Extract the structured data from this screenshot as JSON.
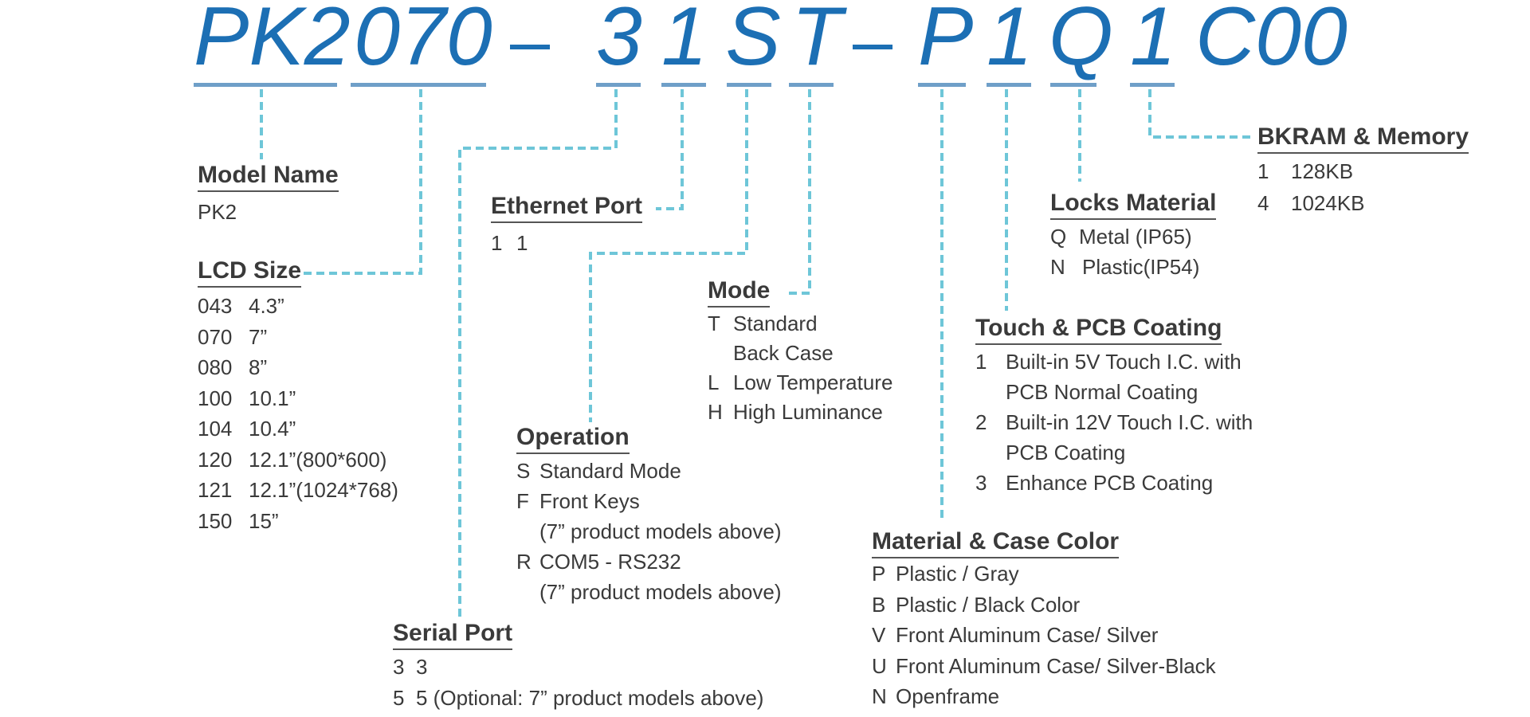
{
  "code": {
    "segments": [
      {
        "id": "pk2",
        "text": "PK2"
      },
      {
        "id": "size",
        "text": "070"
      },
      {
        "id": "serial",
        "text": "3"
      },
      {
        "id": "ethernet",
        "text": "1"
      },
      {
        "id": "operation",
        "text": "S"
      },
      {
        "id": "mode",
        "text": "T"
      },
      {
        "id": "material",
        "text": "P"
      },
      {
        "id": "touch",
        "text": "1"
      },
      {
        "id": "locks",
        "text": "Q"
      },
      {
        "id": "bkram",
        "text": "1"
      },
      {
        "id": "suffix",
        "text": "C00"
      }
    ],
    "dash": "–"
  },
  "sections": {
    "model_name": {
      "title": "Model Name",
      "items": [
        {
          "code": "PK2",
          "desc": ""
        }
      ]
    },
    "lcd_size": {
      "title": "LCD Size",
      "items": [
        {
          "code": "043",
          "desc": "4.3”"
        },
        {
          "code": "070",
          "desc": "7”"
        },
        {
          "code": "080",
          "desc": "8”"
        },
        {
          "code": "100",
          "desc": "10.1”"
        },
        {
          "code": "104",
          "desc": "10.4”"
        },
        {
          "code": "120",
          "desc": "12.1”(800*600)"
        },
        {
          "code": "121",
          "desc": "12.1”(1024*768)"
        },
        {
          "code": "150",
          "desc": "15”"
        }
      ]
    },
    "ethernet_port": {
      "title": "Ethernet Port",
      "items": [
        {
          "code": "1",
          "desc": "1"
        }
      ]
    },
    "mode": {
      "title": "Mode",
      "items": [
        {
          "code": "T",
          "desc": "Standard"
        },
        {
          "code": "",
          "desc": "Back Case"
        },
        {
          "code": "L",
          "desc": "Low Temperature"
        },
        {
          "code": "H",
          "desc": "High Luminance"
        }
      ]
    },
    "operation": {
      "title": "Operation",
      "items": [
        {
          "code": "S",
          "desc": "Standard Mode"
        },
        {
          "code": "F",
          "desc": "Front Keys"
        },
        {
          "code": "",
          "desc": "(7” product models above)"
        },
        {
          "code": "R",
          "desc": "COM5 - RS232"
        },
        {
          "code": "",
          "desc": "(7” product models above)"
        }
      ]
    },
    "serial_port": {
      "title": "Serial Port",
      "items": [
        {
          "code": "3",
          "desc": "3"
        },
        {
          "code": "5",
          "desc": "5 (Optional: 7” product models above)"
        }
      ]
    },
    "locks_material": {
      "title": "Locks Material",
      "items": [
        {
          "code": "Q",
          "desc": "Metal (IP65)"
        },
        {
          "code": "N",
          "desc": "Plastic(IP54)"
        }
      ]
    },
    "bkram_memory": {
      "title": "BKRAM & Memory",
      "items": [
        {
          "code": "1",
          "desc": "128KB"
        },
        {
          "code": "4",
          "desc": "1024KB"
        }
      ]
    },
    "touch_pcb": {
      "title": "Touch & PCB Coating",
      "items": [
        {
          "code": "1",
          "desc": "Built-in 5V Touch I.C. with"
        },
        {
          "code": "",
          "desc": "PCB Normal Coating"
        },
        {
          "code": "2",
          "desc": "Built-in 12V Touch I.C. with"
        },
        {
          "code": "",
          "desc": "PCB Coating"
        },
        {
          "code": "3",
          "desc": "Enhance PCB Coating"
        }
      ]
    },
    "material_case": {
      "title": "Material & Case Color",
      "items": [
        {
          "code": "P",
          "desc": "Plastic / Gray"
        },
        {
          "code": "B",
          "desc": "Plastic / Black Color"
        },
        {
          "code": "V",
          "desc": "Front Aluminum Case/ Silver"
        },
        {
          "code": "U",
          "desc": "Front Aluminum Case/ Silver-Black"
        },
        {
          "code": "N",
          "desc": "Openframe"
        }
      ]
    }
  },
  "colors": {
    "code_text": "#1c6fb4",
    "underline": "#6f9fc8",
    "connector": "#6ec6d8",
    "text": "#3a3a3a"
  }
}
